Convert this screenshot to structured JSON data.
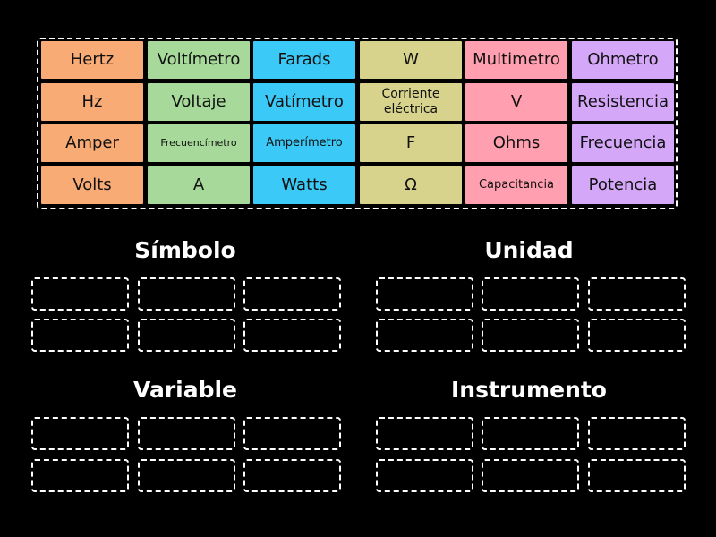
{
  "tiles": [
    {
      "label": "Hertz",
      "color": "orange"
    },
    {
      "label": "Voltímetro",
      "color": "green"
    },
    {
      "label": "Farads",
      "color": "blue"
    },
    {
      "label": "W",
      "color": "olive"
    },
    {
      "label": "Multimetro",
      "color": "pink"
    },
    {
      "label": "Ohmetro",
      "color": "purple"
    },
    {
      "label": "Hz",
      "color": "orange"
    },
    {
      "label": "Voltaje",
      "color": "green"
    },
    {
      "label": "Vatímetro",
      "color": "blue"
    },
    {
      "label": "Corriente eléctrica",
      "color": "olive"
    },
    {
      "label": "V",
      "color": "pink"
    },
    {
      "label": "Resistencia",
      "color": "purple"
    },
    {
      "label": "Amper",
      "color": "orange"
    },
    {
      "label": "Frecuencímetro",
      "color": "green"
    },
    {
      "label": "Amperímetro",
      "color": "blue"
    },
    {
      "label": "F",
      "color": "olive"
    },
    {
      "label": "Ohms",
      "color": "pink"
    },
    {
      "label": "Frecuencia",
      "color": "purple"
    },
    {
      "label": "Volts",
      "color": "orange"
    },
    {
      "label": "A",
      "color": "green"
    },
    {
      "label": "Watts",
      "color": "blue"
    },
    {
      "label": "Ω",
      "color": "olive"
    },
    {
      "label": "Capacitancia",
      "color": "pink"
    },
    {
      "label": "Potencia",
      "color": "purple"
    }
  ],
  "colors": {
    "orange": "#f8ab74",
    "green": "#a6d99a",
    "blue": "#3bc9f7",
    "olive": "#d7d38c",
    "pink": "#ff9faf",
    "purple": "#d4a7f9"
  },
  "groups": [
    {
      "title": "Símbolo"
    },
    {
      "title": "Unidad"
    },
    {
      "title": "Variable"
    },
    {
      "title": "Instrumento"
    }
  ]
}
